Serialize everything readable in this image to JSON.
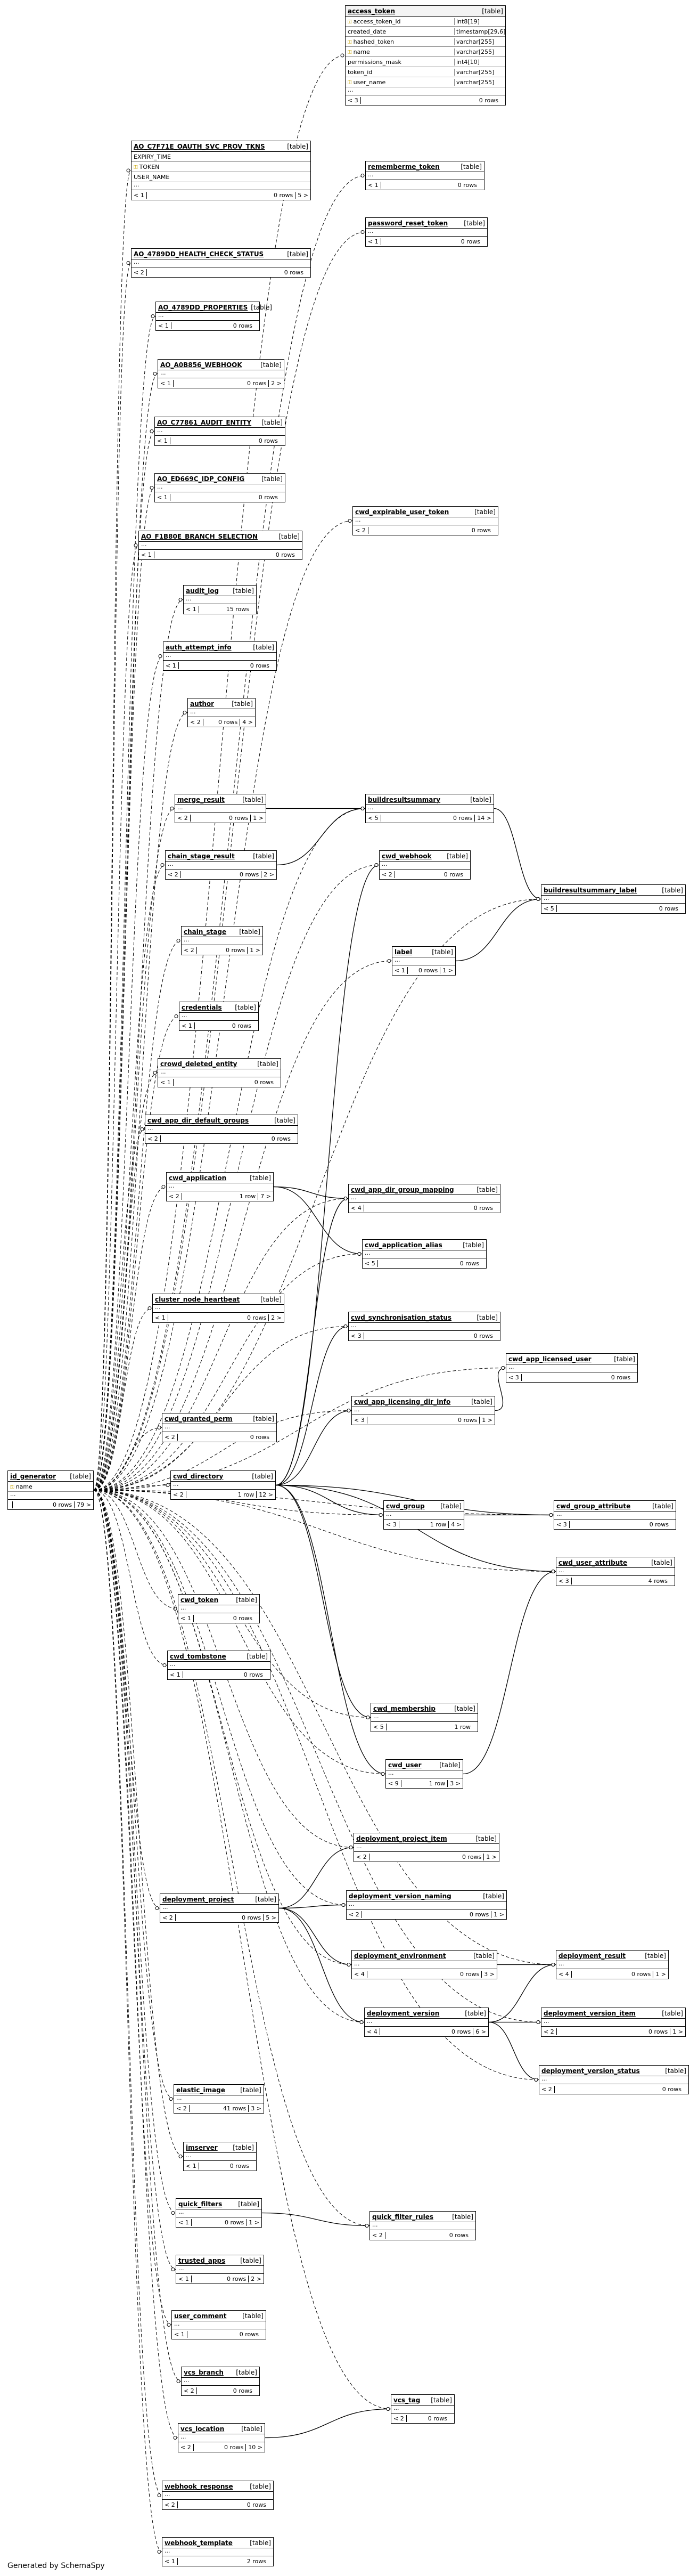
{
  "footer": "Generated by SchemaSpy",
  "tables": [
    {
      "id": "access_token",
      "name": "access_token",
      "type": "[table]",
      "cols": [
        {
          "n": "access_token_id",
          "t": "int8[19]",
          "k": true
        },
        {
          "n": "created_date",
          "t": "timestamp[29,6]"
        },
        {
          "n": "hashed_token",
          "t": "varchar[255]",
          "k": true
        },
        {
          "n": "name",
          "t": "varchar[255]",
          "k": true
        },
        {
          "n": "permissions_mask",
          "t": "int4[10]"
        },
        {
          "n": "token_id",
          "t": "varchar[255]"
        },
        {
          "n": "user_name",
          "t": "varchar[255]",
          "k": true
        }
      ],
      "left": "< 3",
      "mid": "0 rows",
      "right": ""
    },
    {
      "id": "rememberme",
      "name": "rememberme_token",
      "type": "[table]",
      "left": "< 1",
      "mid": "0 rows",
      "right": ""
    },
    {
      "id": "pwreset",
      "name": "password_reset_token",
      "type": "[table]",
      "left": "< 1",
      "mid": "0 rows",
      "right": ""
    },
    {
      "id": "oauth",
      "name": "AO_C7F71E_OAUTH_SVC_PROV_TKNS",
      "type": "[table]",
      "cols": [
        {
          "n": "EXPIRY_TIME"
        },
        {
          "n": "TOKEN",
          "k": true
        },
        {
          "n": "USER_NAME"
        }
      ],
      "left": "< 1",
      "mid": "0 rows",
      "right": "5 >"
    },
    {
      "id": "healthcheck",
      "name": "AO_4789DD_HEALTH_CHECK_STATUS",
      "type": "[table]",
      "left": "< 2",
      "mid": "0 rows",
      "right": ""
    },
    {
      "id": "props",
      "name": "AO_4789DD_PROPERTIES",
      "type": "[table]",
      "left": "< 1",
      "mid": "0 rows",
      "right": ""
    },
    {
      "id": "webhook",
      "name": "AO_A0B856_WEBHOOK",
      "type": "[table]",
      "left": "< 1",
      "mid": "0 rows",
      "right": "2 >"
    },
    {
      "id": "auditent",
      "name": "AO_C77861_AUDIT_ENTITY",
      "type": "[table]",
      "left": "< 1",
      "mid": "0 rows",
      "right": ""
    },
    {
      "id": "idpconfig",
      "name": "AO_ED669C_IDP_CONFIG",
      "type": "[table]",
      "left": "< 1",
      "mid": "0 rows",
      "right": ""
    },
    {
      "id": "branchsel",
      "name": "AO_F1B80E_BRANCH_SELECTION",
      "type": "[table]",
      "left": "< 1",
      "mid": "0 rows",
      "right": ""
    },
    {
      "id": "cwdexp",
      "name": "cwd_expirable_user_token",
      "type": "[table]",
      "left": "< 2",
      "mid": "0 rows",
      "right": ""
    },
    {
      "id": "auditlog",
      "name": "audit_log",
      "type": "[table]",
      "left": "< 1",
      "mid": "15 rows",
      "right": ""
    },
    {
      "id": "authattempt",
      "name": "auth_attempt_info",
      "type": "[table]",
      "left": "< 1",
      "mid": "0 rows",
      "right": ""
    },
    {
      "id": "author",
      "name": "author",
      "type": "[table]",
      "left": "< 2",
      "mid": "0 rows",
      "right": "4 >"
    },
    {
      "id": "merge",
      "name": "merge_result",
      "type": "[table]",
      "left": "< 2",
      "mid": "0 rows",
      "right": "1 >"
    },
    {
      "id": "buildsum",
      "name": "buildresultsummary",
      "type": "[table]",
      "left": "< 5",
      "mid": "0 rows",
      "right": "14 >"
    },
    {
      "id": "chainstageres",
      "name": "chain_stage_result",
      "type": "[table]",
      "left": "< 2",
      "mid": "0 rows",
      "right": "2 >"
    },
    {
      "id": "cwdwebhook",
      "name": "cwd_webhook",
      "type": "[table]",
      "left": "< 2",
      "mid": "0 rows",
      "right": ""
    },
    {
      "id": "bslabel",
      "name": "buildresultsummary_label",
      "type": "[table]",
      "left": "< 5",
      "mid": "0 rows",
      "right": ""
    },
    {
      "id": "chainstage",
      "name": "chain_stage",
      "type": "[table]",
      "left": "< 2",
      "mid": "0 rows",
      "right": "1 >"
    },
    {
      "id": "label",
      "name": "label",
      "type": "[table]",
      "left": "< 1",
      "mid": "0 rows",
      "right": "1 >"
    },
    {
      "id": "creds",
      "name": "credentials",
      "type": "[table]",
      "left": "< 1",
      "mid": "0 rows",
      "right": ""
    },
    {
      "id": "crowddel",
      "name": "crowd_deleted_entity",
      "type": "[table]",
      "left": "< 1",
      "mid": "0 rows",
      "right": ""
    },
    {
      "id": "appdirdef",
      "name": "cwd_app_dir_default_groups",
      "type": "[table]",
      "left": "< 2",
      "mid": "0 rows",
      "right": ""
    },
    {
      "id": "cwdapp",
      "name": "cwd_application",
      "type": "[table]",
      "left": "< 2",
      "mid": "1 row",
      "right": "7 >"
    },
    {
      "id": "appdirgrp",
      "name": "cwd_app_dir_group_mapping",
      "type": "[table]",
      "left": "< 4",
      "mid": "0 rows",
      "right": ""
    },
    {
      "id": "appalias",
      "name": "cwd_application_alias",
      "type": "[table]",
      "left": "< 5",
      "mid": "0 rows",
      "right": ""
    },
    {
      "id": "heartbeat",
      "name": "cluster_node_heartbeat",
      "type": "[table]",
      "left": "< 1",
      "mid": "0 rows",
      "right": "2 >"
    },
    {
      "id": "syncstatus",
      "name": "cwd_synchronisation_status",
      "type": "[table]",
      "left": "< 3",
      "mid": "0 rows",
      "right": ""
    },
    {
      "id": "applicuser",
      "name": "cwd_app_licensed_user",
      "type": "[table]",
      "left": "< 3",
      "mid": "0 rows",
      "right": ""
    },
    {
      "id": "applicdir",
      "name": "cwd_app_licensing_dir_info",
      "type": "[table]",
      "left": "< 3",
      "mid": "0 rows",
      "right": "1 >"
    },
    {
      "id": "grantedperm",
      "name": "cwd_granted_perm",
      "type": "[table]",
      "left": "< 2",
      "mid": "0 rows",
      "right": ""
    },
    {
      "id": "idgen",
      "name": "id_generator",
      "type": "[table]",
      "cols": [
        {
          "n": "name",
          "k": true
        }
      ],
      "left": "",
      "mid": "0 rows",
      "right": "79 >"
    },
    {
      "id": "cwddir",
      "name": "cwd_directory",
      "type": "[table]",
      "left": "< 2",
      "mid": "1 row",
      "right": "12 >"
    },
    {
      "id": "cwdgroup",
      "name": "cwd_group",
      "type": "[table]",
      "left": "< 3",
      "mid": "1 row",
      "right": "4 >"
    },
    {
      "id": "grpattr",
      "name": "cwd_group_attribute",
      "type": "[table]",
      "left": "< 3",
      "mid": "0 rows",
      "right": ""
    },
    {
      "id": "userattr",
      "name": "cwd_user_attribute",
      "type": "[table]",
      "left": "< 3",
      "mid": "4 rows",
      "right": ""
    },
    {
      "id": "cwdtoken",
      "name": "cwd_token",
      "type": "[table]",
      "left": "< 1",
      "mid": "0 rows",
      "right": ""
    },
    {
      "id": "tombstone",
      "name": "cwd_tombstone",
      "type": "[table]",
      "left": "< 1",
      "mid": "0 rows",
      "right": ""
    },
    {
      "id": "membership",
      "name": "cwd_membership",
      "type": "[table]",
      "left": "< 5",
      "mid": "1 row",
      "right": ""
    },
    {
      "id": "cwduser",
      "name": "cwd_user",
      "type": "[table]",
      "left": "< 9",
      "mid": "1 row",
      "right": "3 >"
    },
    {
      "id": "depprojitem",
      "name": "deployment_project_item",
      "type": "[table]",
      "left": "< 2",
      "mid": "0 rows",
      "right": "1 >"
    },
    {
      "id": "depverna",
      "name": "deployment_version_naming",
      "type": "[table]",
      "left": "< 2",
      "mid": "0 rows",
      "right": "1 >"
    },
    {
      "id": "depproj",
      "name": "deployment_project",
      "type": "[table]",
      "left": "< 2",
      "mid": "0 rows",
      "right": "5 >"
    },
    {
      "id": "depenv",
      "name": "deployment_environment",
      "type": "[table]",
      "left": "< 4",
      "mid": "0 rows",
      "right": "3 >"
    },
    {
      "id": "depres",
      "name": "deployment_result",
      "type": "[table]",
      "left": "< 4",
      "mid": "0 rows",
      "right": "1 >"
    },
    {
      "id": "depver",
      "name": "deployment_version",
      "type": "[table]",
      "left": "< 4",
      "mid": "0 rows",
      "right": "6 >"
    },
    {
      "id": "depveritem",
      "name": "deployment_version_item",
      "type": "[table]",
      "left": "< 2",
      "mid": "0 rows",
      "right": "1 >"
    },
    {
      "id": "depverstat",
      "name": "deployment_version_status",
      "type": "[table]",
      "left": "< 2",
      "mid": "0 rows",
      "right": ""
    },
    {
      "id": "elastic",
      "name": "elastic_image",
      "type": "[table]",
      "left": "< 2",
      "mid": "41 rows",
      "right": "3 >"
    },
    {
      "id": "imserver",
      "name": "imserver",
      "type": "[table]",
      "left": "< 1",
      "mid": "0 rows",
      "right": ""
    },
    {
      "id": "qfilters",
      "name": "quick_filters",
      "type": "[table]",
      "left": "< 1",
      "mid": "0 rows",
      "right": "1 >"
    },
    {
      "id": "qfrules",
      "name": "quick_filter_rules",
      "type": "[table]",
      "left": "< 2",
      "mid": "0 rows",
      "right": ""
    },
    {
      "id": "trusted",
      "name": "trusted_apps",
      "type": "[table]",
      "left": "< 1",
      "mid": "0 rows",
      "right": "2 >"
    },
    {
      "id": "usercomment",
      "name": "user_comment",
      "type": "[table]",
      "left": "< 1",
      "mid": "0 rows",
      "right": ""
    },
    {
      "id": "vcsbranch",
      "name": "vcs_branch",
      "type": "[table]",
      "left": "< 2",
      "mid": "0 rows",
      "right": ""
    },
    {
      "id": "vcstag",
      "name": "vcs_tag",
      "type": "[table]",
      "left": "< 2",
      "mid": "0 rows",
      "right": ""
    },
    {
      "id": "vcsloc",
      "name": "vcs_location",
      "type": "[table]",
      "left": "< 2",
      "mid": "0 rows",
      "right": "10 >"
    },
    {
      "id": "whresp",
      "name": "webhook_response",
      "type": "[table]",
      "left": "< 2",
      "mid": "0 rows",
      "right": ""
    },
    {
      "id": "whtmpl",
      "name": "webhook_template",
      "type": "[table]",
      "left": "< 1",
      "mid": "2 rows",
      "right": ""
    }
  ],
  "solid_links": [
    [
      "merge",
      "buildsum"
    ],
    [
      "chainstageres",
      "buildsum"
    ],
    [
      "buildsum",
      "bslabel"
    ],
    [
      "label",
      "bslabel"
    ],
    [
      "cwdapp",
      "appdirgrp"
    ],
    [
      "cwdapp",
      "appalias"
    ],
    [
      "cwddir",
      "appdirgrp"
    ],
    [
      "cwddir",
      "applicdir"
    ],
    [
      "applicdir",
      "applicuser"
    ],
    [
      "cwddir",
      "cwdgroup"
    ],
    [
      "cwdgroup",
      "grpattr"
    ],
    [
      "cwddir",
      "grpattr"
    ],
    [
      "cwddir",
      "userattr"
    ],
    [
      "cwddir",
      "membership"
    ],
    [
      "cwddir",
      "cwduser"
    ],
    [
      "cwduser",
      "userattr"
    ],
    [
      "depproj",
      "depprojitem"
    ],
    [
      "depproj",
      "depverna"
    ],
    [
      "depproj",
      "depenv"
    ],
    [
      "depproj",
      "depver"
    ],
    [
      "depver",
      "depres"
    ],
    [
      "depver",
      "depveritem"
    ],
    [
      "depver",
      "depverstat"
    ],
    [
      "depenv",
      "depres"
    ],
    [
      "qfilters",
      "qfrules"
    ],
    [
      "vcsloc",
      "vcstag"
    ],
    [
      "cwddir",
      "cwdwebhook"
    ],
    [
      "cwddir",
      "syncstatus"
    ]
  ],
  "dashed_from": "idgen"
}
